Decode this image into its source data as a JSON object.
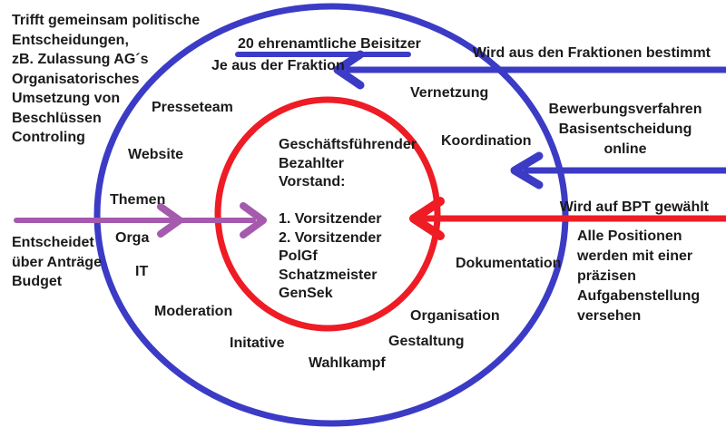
{
  "colors": {
    "blue": "#3b3bc6",
    "red": "#ee1c24",
    "purple": "#a55aad",
    "text": "#1b1b1b",
    "background": "#ffffff"
  },
  "notes": {
    "top_left": "Trifft gemeinsam politische\nEntscheidungen,\nzB. Zulassung AG´s\nOrganisatorisches\nUmsetzung von\nBeschlüssen\nControling",
    "entscheidet": "Entscheidet\nüber Anträge\nBudget",
    "bewerbung": "Bewerbungsverfahren\nBasisentscheidung\nonline",
    "alle_positionen": "Alle Positionen\nwerden mit einer\npräzisen\nAufgabenstellung\nversehen"
  },
  "callouts": {
    "beisitzer": "20 ehrenamtliche Beisitzer",
    "je_fraktion": "Je aus der Fraktion",
    "fraktionen_bestimmt": "Wird aus den Fraktionen bestimmt",
    "bpt": "Wird auf BPT gewählt"
  },
  "ring_labels": {
    "presseteam": "Presseteam",
    "website": "Website",
    "themen": "Themen",
    "orga": "Orga",
    "it": "IT",
    "moderation": "Moderation",
    "initative": "Initative",
    "wahlkampf": "Wahlkampf",
    "gestaltung": "Gestaltung",
    "organisation": "Organisation",
    "dokumentation": "Dokumentation",
    "vernetzung": "Vernetzung",
    "koordination": "Koordination"
  },
  "center": {
    "text": "Geschäftsführender\nBezahlter\nVorstand:\n\n1. Vorsitzender\n2. Vorsitzender\nPolGf\nSchatzmeister\nGenSek"
  }
}
